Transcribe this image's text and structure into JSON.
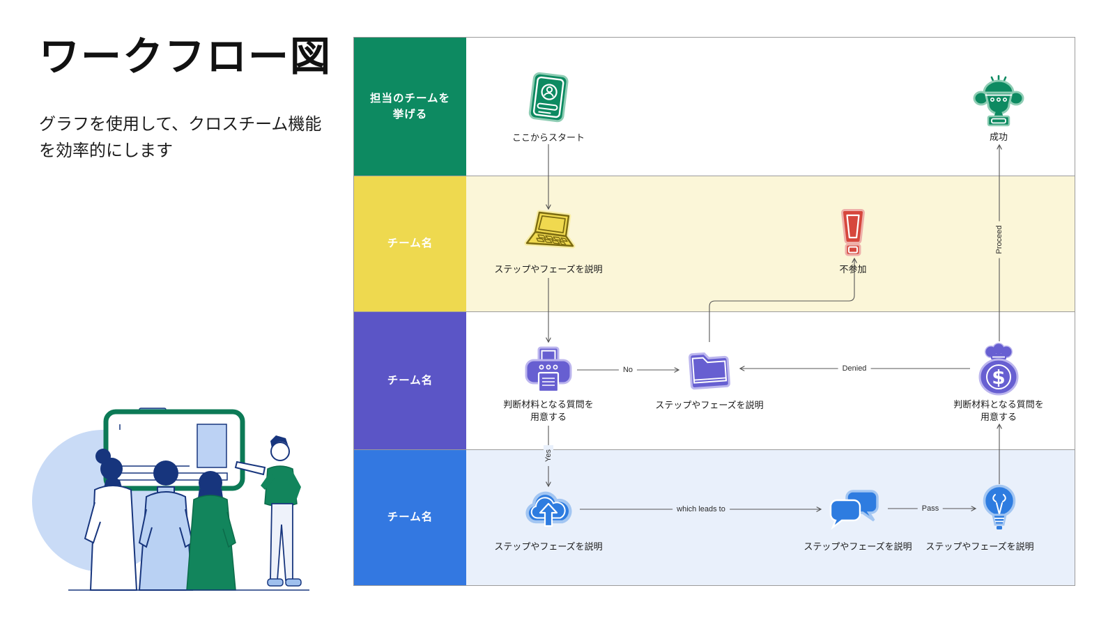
{
  "header": {
    "title": "ワークフロー図",
    "subtitle": "グラフを使用して、クロスチーム機能を効率的にします"
  },
  "colors": {
    "green": "#0d8a61",
    "yellow": "#eed94f",
    "purple": "#5b55c6",
    "blue": "#3378e1",
    "red": "#d6473d",
    "lane_yellow_bg": "#fbf6d8",
    "lane_blue_bg": "#e9f0fb",
    "connector_line": "#555555"
  },
  "lanes": [
    {
      "label": "担当のチームを挙げる",
      "color": "#0d8a61"
    },
    {
      "label": "チーム名",
      "color": "#eed94f"
    },
    {
      "label": "チーム名",
      "color": "#5b55c6"
    },
    {
      "label": "チーム名",
      "color": "#3378e1"
    }
  ],
  "nodes": [
    {
      "icon": "id-card-icon",
      "label": "ここからスタート"
    },
    {
      "icon": "trophy-icon",
      "label": "成功"
    },
    {
      "icon": "laptop-icon",
      "label": "ステップやフェーズを説明"
    },
    {
      "icon": "exclamation-icon",
      "label": "不参加"
    },
    {
      "icon": "printer-icon",
      "label": "判断材料となる質問を用意する"
    },
    {
      "icon": "folder-icon",
      "label": "ステップやフェーズを説明"
    },
    {
      "icon": "money-bag-icon",
      "label": "判断材料となる質問を用意する"
    },
    {
      "icon": "cloud-upload-icon",
      "label": "ステップやフェーズを説明"
    },
    {
      "icon": "chat-icon",
      "label": "ステップやフェーズを説明"
    },
    {
      "icon": "lightbulb-icon",
      "label": "ステップやフェーズを説明"
    }
  ],
  "connectors": {
    "no": "No",
    "denied": "Denied",
    "yes": "Yes",
    "which_leads_to": "which leads to",
    "pass": "Pass",
    "proceed": "Proceed"
  }
}
